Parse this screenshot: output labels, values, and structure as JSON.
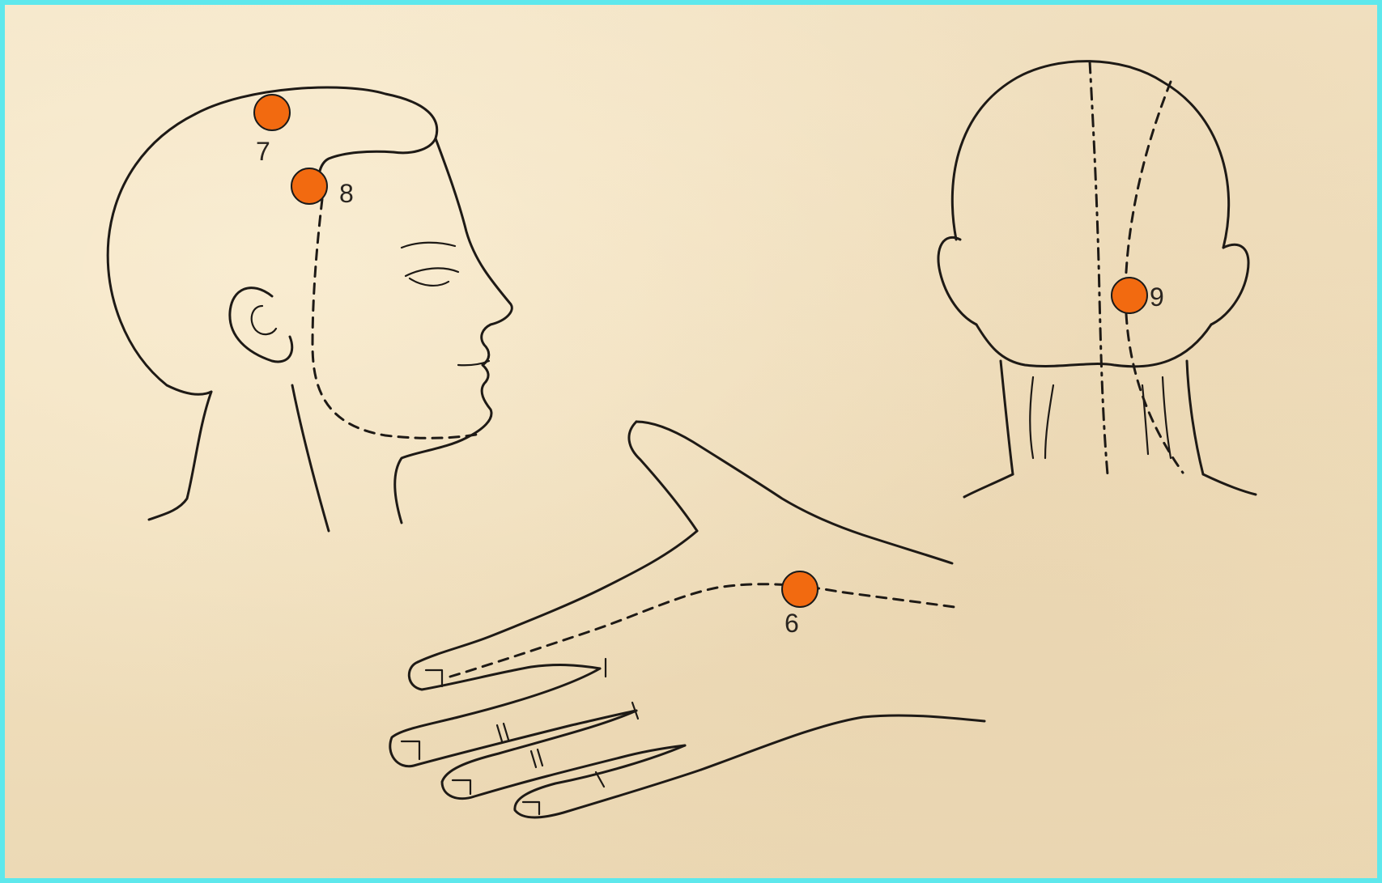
{
  "diagram": {
    "points": [
      {
        "id": "point-6",
        "label": "6",
        "location": "hand"
      },
      {
        "id": "point-7",
        "label": "7",
        "location": "head-profile-crown"
      },
      {
        "id": "point-8",
        "label": "8",
        "location": "head-profile-temple"
      },
      {
        "id": "point-9",
        "label": "9",
        "location": "head-back-nape"
      }
    ]
  },
  "colors": {
    "frame_border": "#5ee8ec",
    "paper": "#f3e3c4",
    "ink": "#1e1a16",
    "marker": "#f26a10"
  }
}
